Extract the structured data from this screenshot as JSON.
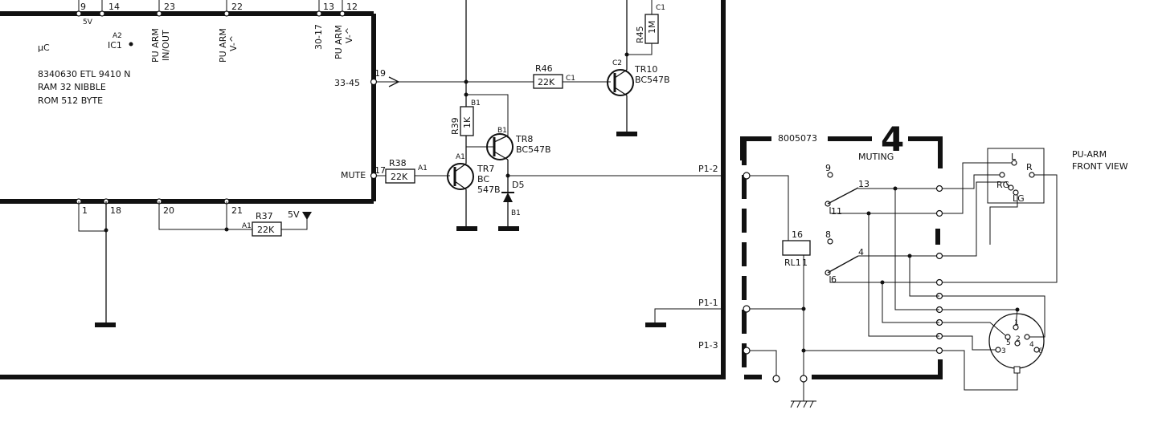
{
  "ic": {
    "type_label": "µC",
    "ref_small": "A2",
    "ref": "IC1",
    "line1": "8340630    ETL 9410 N",
    "line2": "RAM   32  NIBBLE",
    "line3": "ROM  512  BYTE",
    "pins_top": [
      "9",
      "14",
      "23",
      "22",
      "13",
      "12"
    ],
    "pin9_note": "5V",
    "pin_labels_top": [
      "PU ARM",
      "IN/OUT",
      "PU ARM",
      "V-^",
      "30-17",
      "PU ARM",
      "V-^"
    ],
    "pin19": "19",
    "pin19_label": "33-45",
    "pin17": "17",
    "pin17_label": "MUTE",
    "pins_bottom": [
      "1",
      "18",
      "20",
      "21"
    ]
  },
  "components": {
    "r37": {
      "name": "R37",
      "value": "22K",
      "node": "A1"
    },
    "r38": {
      "name": "R38",
      "value": "22K",
      "node": "A1"
    },
    "r39": {
      "name": "R39",
      "value": "1K",
      "node": "B1"
    },
    "r45": {
      "name": "R45",
      "value": "1M",
      "node": "C1"
    },
    "r46": {
      "name": "R46",
      "value": "22K",
      "node": "C1"
    },
    "tr7": {
      "name": "TR7",
      "type_a": "BC",
      "type_b": "547B",
      "node": "A1"
    },
    "tr8": {
      "name": "TR8",
      "type": "BC547B",
      "node": "B1"
    },
    "tr10": {
      "name": "TR10",
      "type": "BC547B",
      "node": "C2"
    },
    "d5": {
      "name": "D5",
      "node": "B1"
    },
    "supply": "5V"
  },
  "muting": {
    "part_no": "8005073",
    "number": "4",
    "title": "MUTING",
    "relay": "RL1",
    "relay_pin_top": "16",
    "relay_pin_bottom": "1",
    "switch_pins": [
      "9",
      "13",
      "11",
      "8",
      "4",
      "6"
    ]
  },
  "connector": {
    "p1_2": "P1-2",
    "p1_1": "P1-1",
    "p1_3": "P1-3"
  },
  "pu_arm": {
    "title_line1": "PU-ARM",
    "title_line2": "FRONT VIEW",
    "pins": [
      "L",
      "R",
      "RG",
      "LG"
    ],
    "din_pins": [
      "1",
      "5",
      "2",
      "4",
      "3",
      "6"
    ]
  }
}
